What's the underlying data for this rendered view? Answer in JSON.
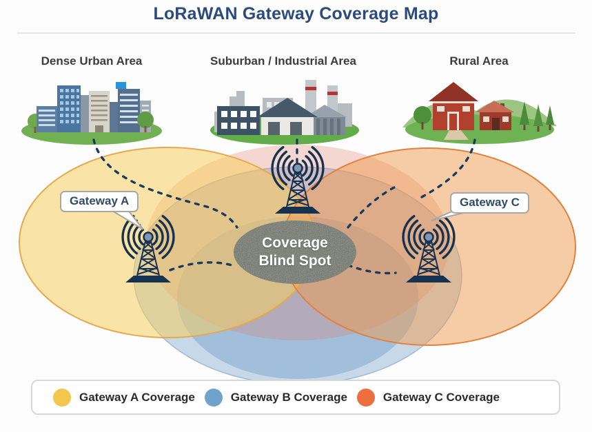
{
  "title": "LoRaWAN Gateway Coverage Map",
  "areas": [
    {
      "label": "Dense Urban Area"
    },
    {
      "label": "Suburban / Industrial Area"
    },
    {
      "label": "Rural Area"
    }
  ],
  "gateways": {
    "a_label": "Gateway A",
    "c_label": "Gateway C"
  },
  "blind_spot": {
    "line1": "Coverage",
    "line2": "Blind Spot"
  },
  "legend": {
    "items": [
      {
        "label": "Gateway A Coverage",
        "color": "#F3C64D"
      },
      {
        "label": "Gateway B Coverage",
        "color": "#6FA3CB"
      },
      {
        "label": "Gateway C Coverage",
        "color": "#ED6F3F"
      }
    ]
  },
  "colors": {
    "title_text": "#2C4A7C",
    "tower_navy": "#16324F",
    "coverage_a_fill": "#F5CD5F",
    "coverage_b_fill": "#7DA5CD",
    "coverage_c_fill": "#F09B50",
    "blind_spot_bg": "#6A7065"
  }
}
